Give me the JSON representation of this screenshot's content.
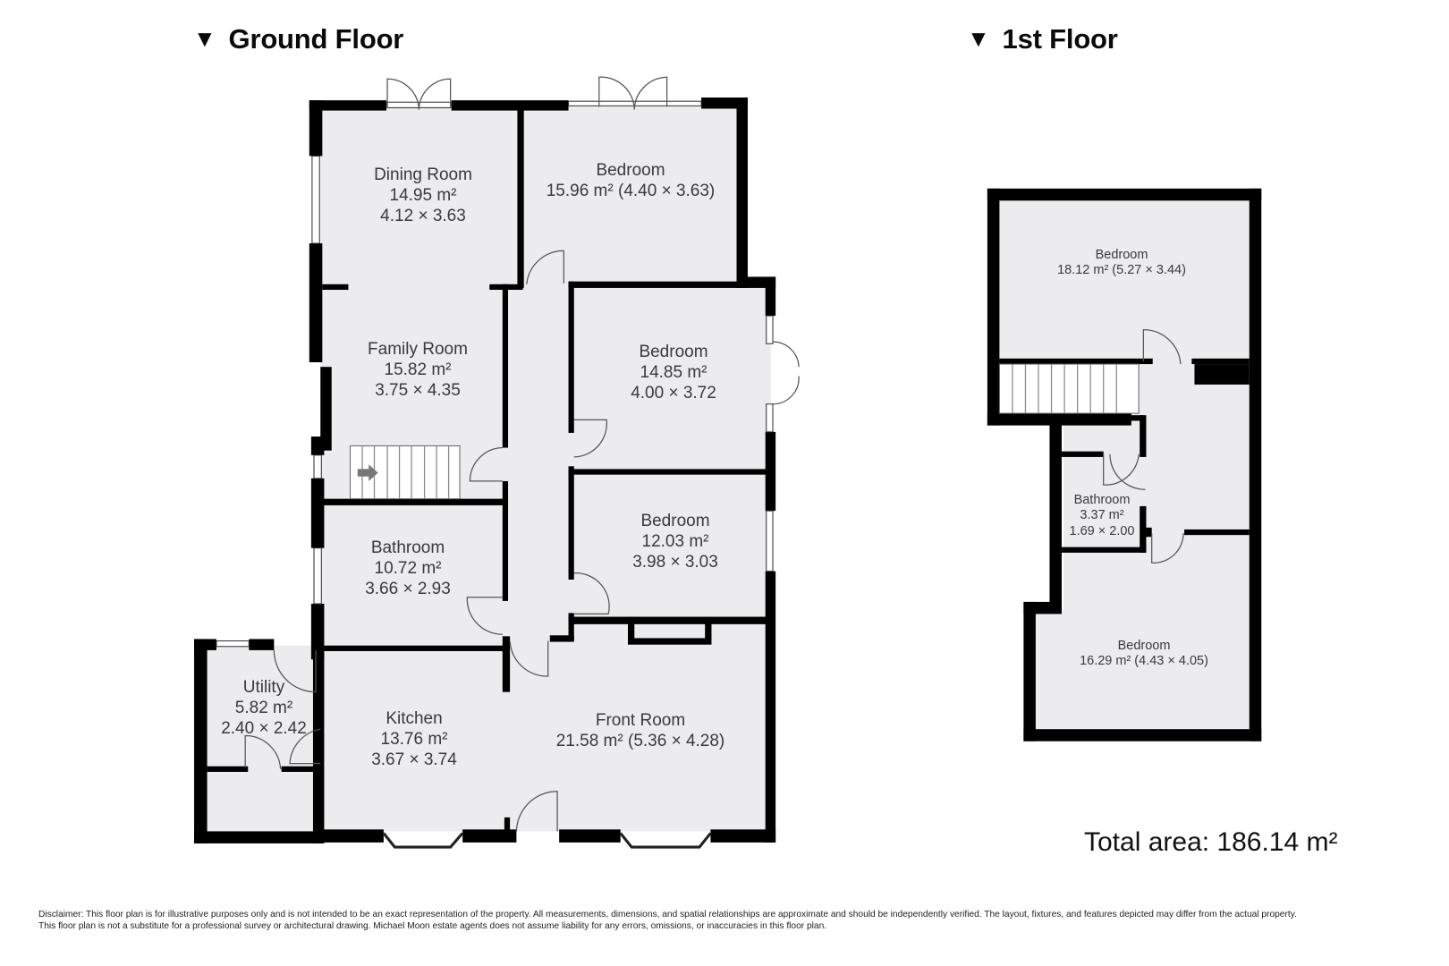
{
  "floors": [
    {
      "title_icon": "▼",
      "title": "Ground Floor",
      "rooms": [
        {
          "name": "Dining Room",
          "area": "14.95 m²",
          "dims": "4.12 × 3.63"
        },
        {
          "name": "Bedroom",
          "area": "15.96 m² (4.40 × 3.63)",
          "dims": ""
        },
        {
          "name": "Family Room",
          "area": "15.82 m²",
          "dims": "3.75 × 4.35"
        },
        {
          "name": "Bedroom",
          "area": "14.85 m²",
          "dims": "4.00 × 3.72"
        },
        {
          "name": "Bathroom",
          "area": "10.72 m²",
          "dims": "3.66 × 2.93"
        },
        {
          "name": "Bedroom",
          "area": "12.03 m²",
          "dims": "3.98 × 3.03"
        },
        {
          "name": "Utility",
          "area": "5.82 m²",
          "dims": "2.40 × 2.42"
        },
        {
          "name": "Kitchen",
          "area": "13.76 m²",
          "dims": "3.67 × 3.74"
        },
        {
          "name": "Front Room",
          "area": "21.58 m² (5.36 × 4.28)",
          "dims": ""
        }
      ]
    },
    {
      "title_icon": "▼",
      "title": "1st Floor",
      "rooms": [
        {
          "name": "Bedroom",
          "area": "18.12 m² (5.27 × 3.44)",
          "dims": ""
        },
        {
          "name": "Bathroom",
          "area": "3.37 m²",
          "dims": "1.69 × 2.00"
        },
        {
          "name": "Bedroom",
          "area": "16.29 m² (4.43 × 4.05)",
          "dims": ""
        }
      ]
    }
  ],
  "total_area": "Total area: 186.14 m²",
  "disclaimer": {
    "line1": "Disclaimer: This floor plan is for illustrative purposes only and is not intended to be an exact representation of the property. All measurements, dimensions, and spatial relationships are approximate and should be independently verified. The layout, fixtures, and features depicted may differ from the actual property.",
    "line2": "This floor plan is not a substitute for a professional survey or architectural drawing. Michael Moon estate agents does not assume liability for any errors, omissions, or inaccuracies in this floor plan."
  },
  "colors": {
    "wall": "#000000",
    "floor_fill": "#ececee",
    "text": "#3a3a3a",
    "fixture_line": "#555555"
  }
}
